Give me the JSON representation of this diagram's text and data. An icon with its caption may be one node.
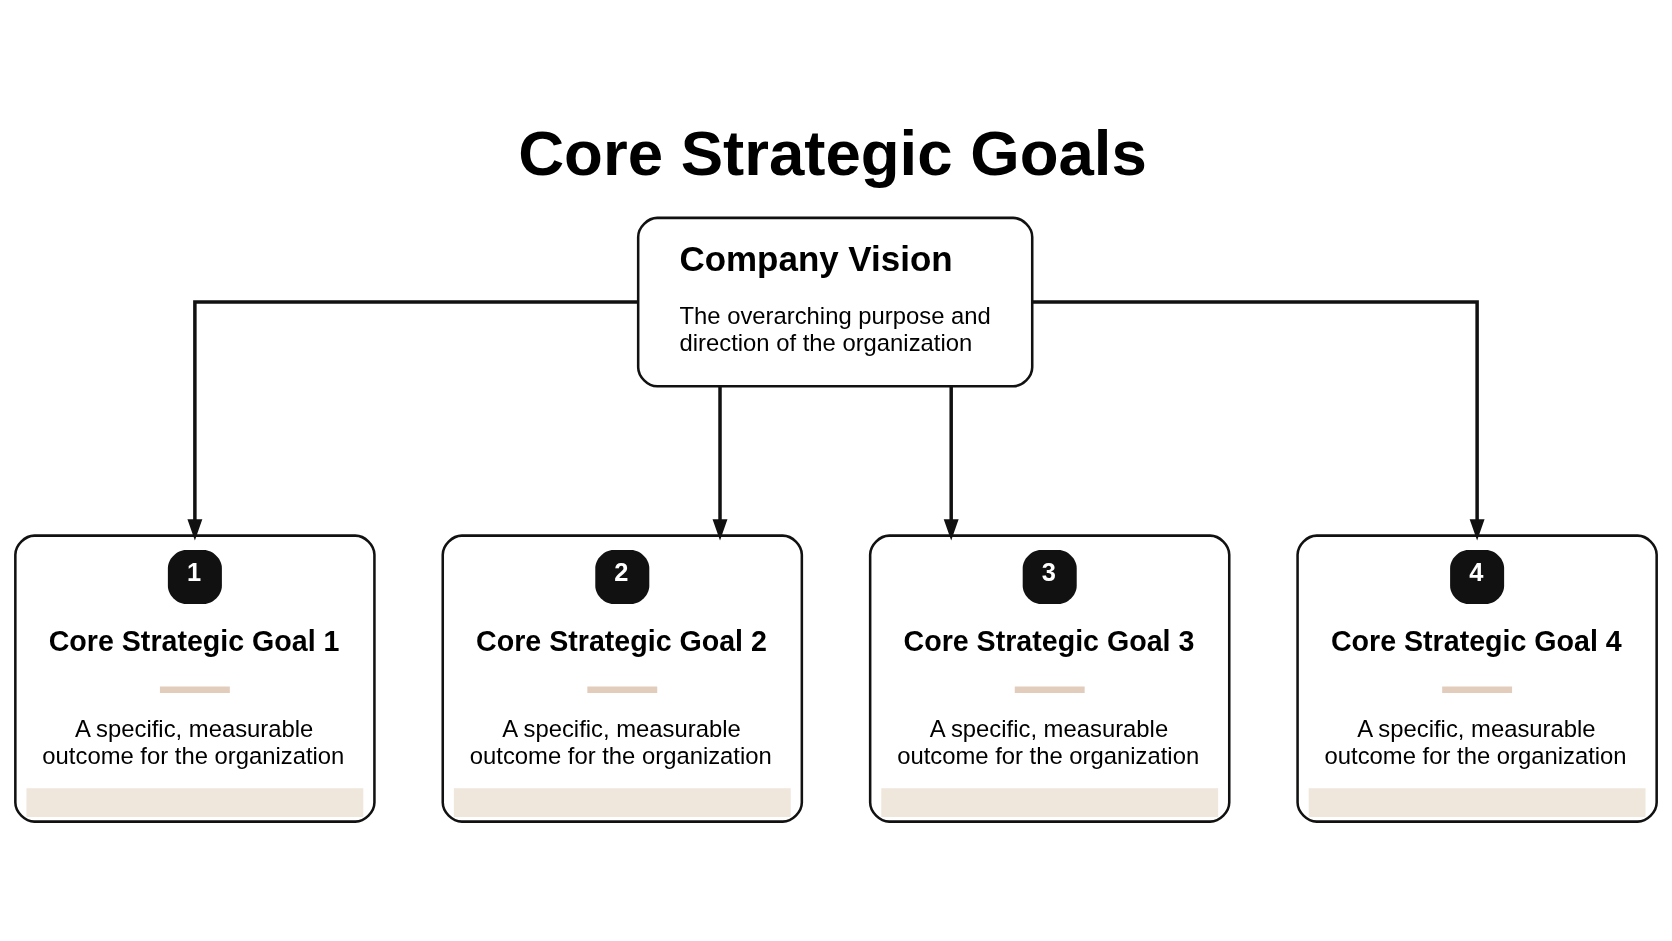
{
  "diagram": {
    "title": "Core Strategic Goals",
    "nodes": [
      {
        "text": [
          "Company Vision",
          "The overarching purpose and direction of the organization"
        ]
      },
      {
        "text": [
          "1",
          "Core Strategic Goal 1",
          "A specific, measurable outcome for the organization"
        ]
      },
      {
        "text": [
          "2",
          "Core Strategic Goal 2",
          "A specific, measurable outcome for the organization"
        ]
      },
      {
        "text": [
          "3",
          "Core Strategic Goal 3",
          "A specific, measurable outcome for the organization"
        ]
      },
      {
        "text": [
          "4",
          "Core Strategic Goal 4",
          "A specific, measurable outcome for the organization"
        ]
      }
    ],
    "edges": [
      {
        "from": 0,
        "to": 1,
        "arrow": "to"
      },
      {
        "from": 0,
        "to": 2,
        "arrow": "to"
      },
      {
        "from": 0,
        "to": 3,
        "arrow": "to"
      },
      {
        "from": 0,
        "to": 4,
        "arrow": "to"
      }
    ]
  }
}
